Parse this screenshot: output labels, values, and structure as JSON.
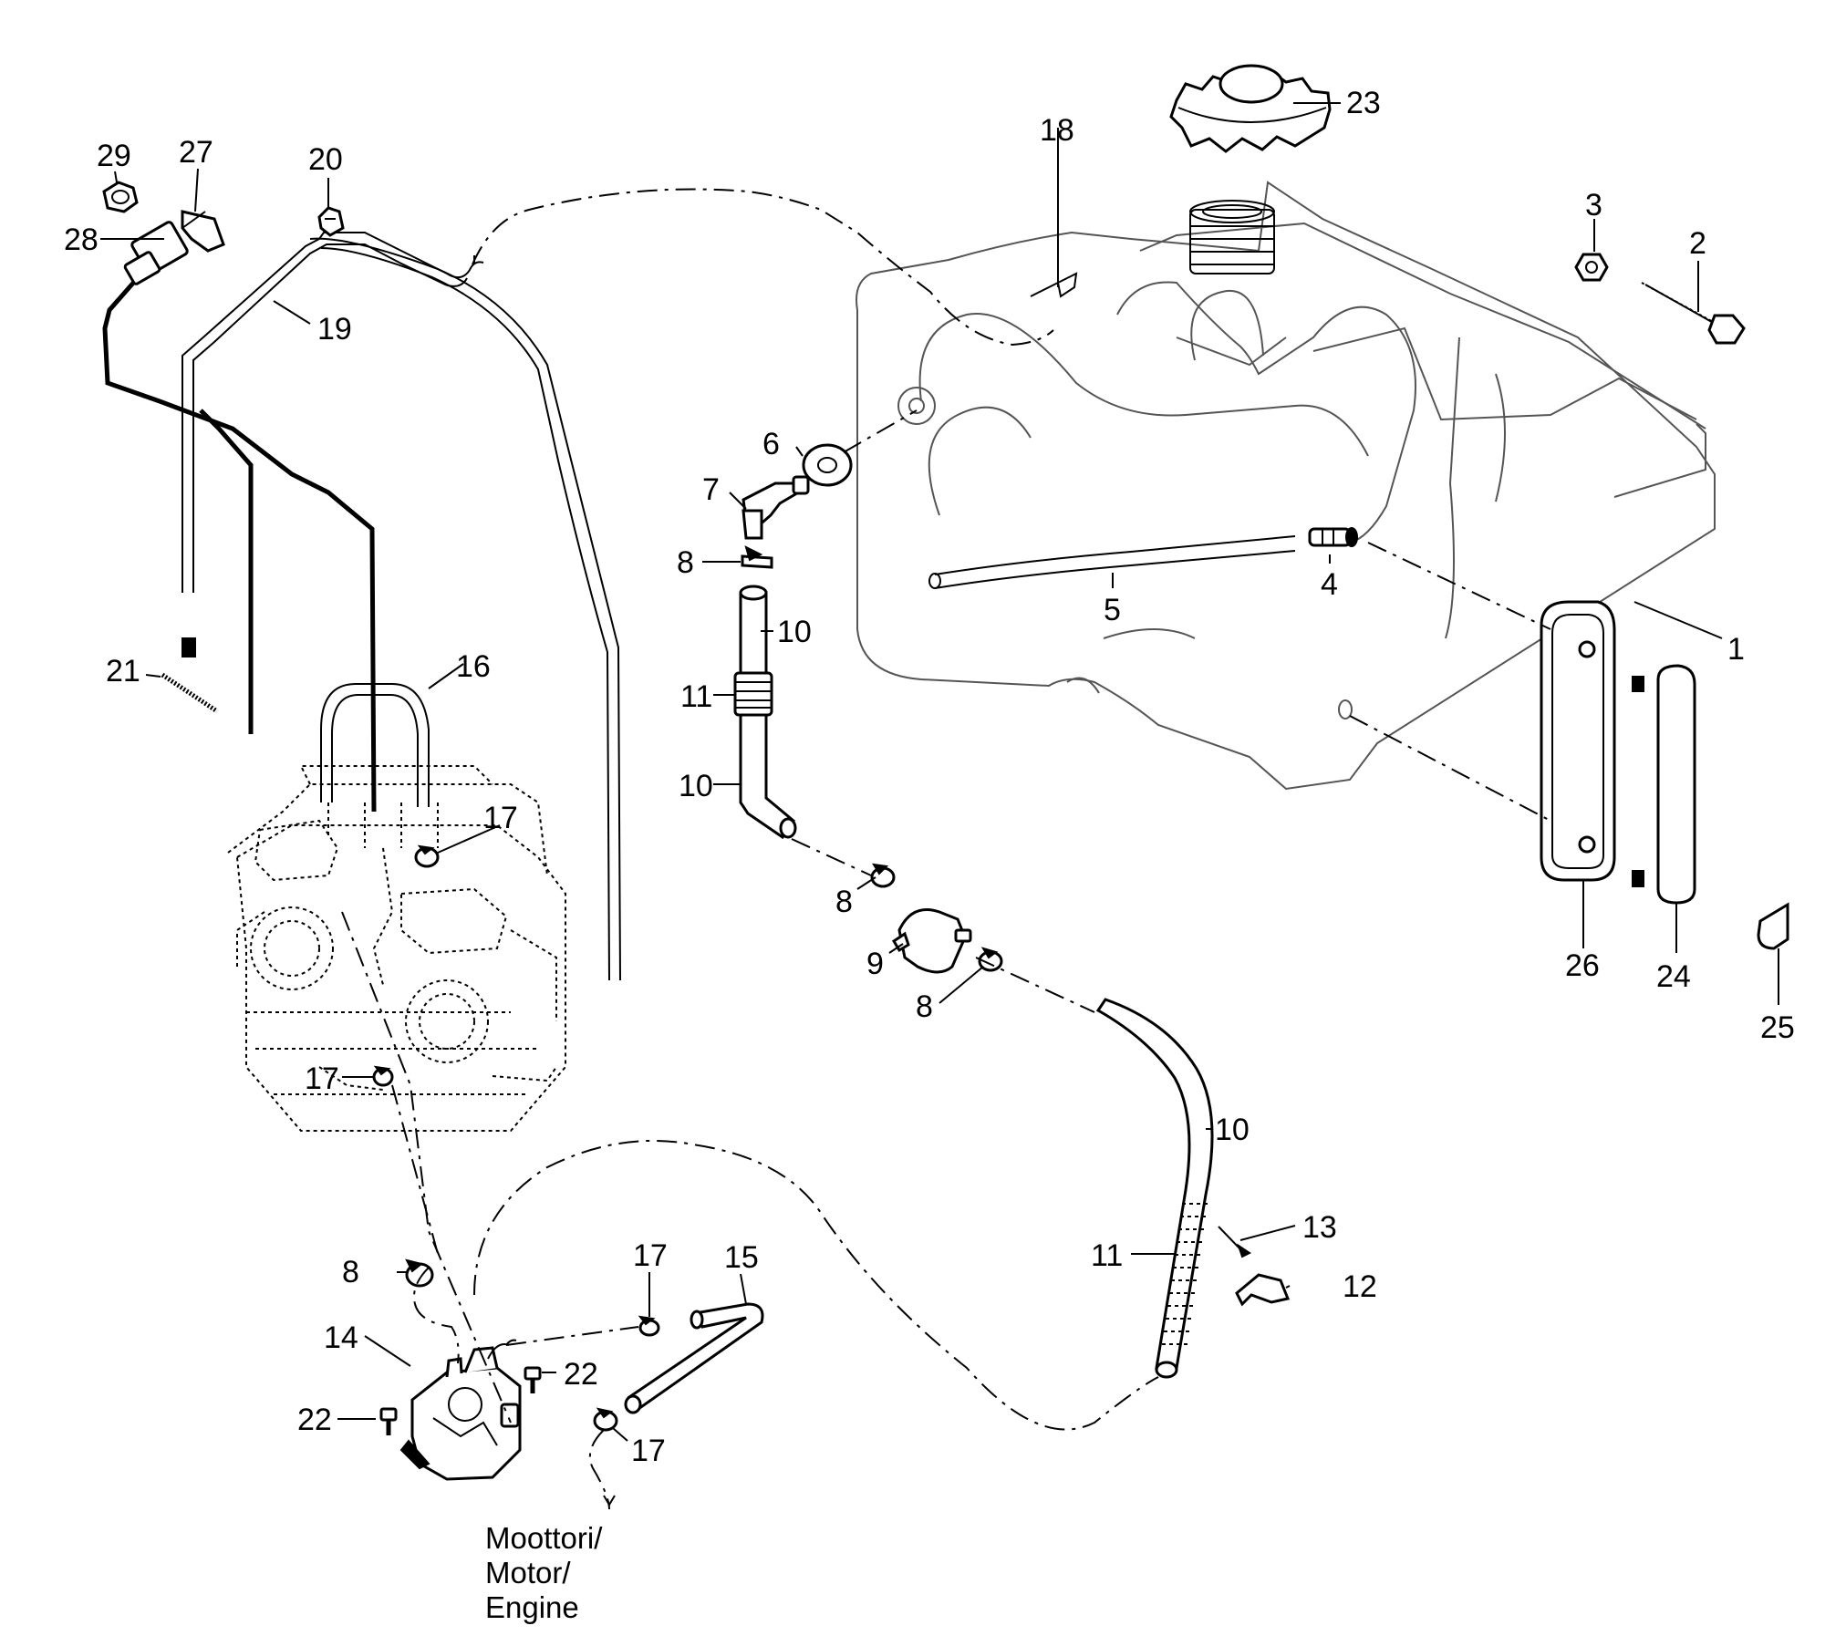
{
  "diagram": {
    "callouts": [
      {
        "id": "c1",
        "text": "1"
      },
      {
        "id": "c2",
        "text": "2"
      },
      {
        "id": "c3",
        "text": "3"
      },
      {
        "id": "c4",
        "text": "4"
      },
      {
        "id": "c5",
        "text": "5"
      },
      {
        "id": "c6",
        "text": "6"
      },
      {
        "id": "c7",
        "text": "7"
      },
      {
        "id": "c8a",
        "text": "8"
      },
      {
        "id": "c8b",
        "text": "8"
      },
      {
        "id": "c8c",
        "text": "8"
      },
      {
        "id": "c8d",
        "text": "8"
      },
      {
        "id": "c9",
        "text": "9"
      },
      {
        "id": "c10a",
        "text": "10"
      },
      {
        "id": "c10b",
        "text": "10"
      },
      {
        "id": "c10c",
        "text": "10"
      },
      {
        "id": "c11a",
        "text": "11"
      },
      {
        "id": "c11b",
        "text": "11"
      },
      {
        "id": "c12",
        "text": "12"
      },
      {
        "id": "c13",
        "text": "13"
      },
      {
        "id": "c14",
        "text": "14"
      },
      {
        "id": "c15",
        "text": "15"
      },
      {
        "id": "c16",
        "text": "16"
      },
      {
        "id": "c17a",
        "text": "17"
      },
      {
        "id": "c17b",
        "text": "17"
      },
      {
        "id": "c17c",
        "text": "17"
      },
      {
        "id": "c17d",
        "text": "17"
      },
      {
        "id": "c18",
        "text": "18"
      },
      {
        "id": "c19",
        "text": "19"
      },
      {
        "id": "c20",
        "text": "20"
      },
      {
        "id": "c21",
        "text": "21"
      },
      {
        "id": "c22a",
        "text": "22"
      },
      {
        "id": "c22b",
        "text": "22"
      },
      {
        "id": "c23",
        "text": "23"
      },
      {
        "id": "c24",
        "text": "24"
      },
      {
        "id": "c25",
        "text": "25"
      },
      {
        "id": "c26",
        "text": "26"
      },
      {
        "id": "c27",
        "text": "27"
      },
      {
        "id": "c28",
        "text": "28"
      },
      {
        "id": "c29",
        "text": "29"
      }
    ],
    "engine_label": {
      "line1": "Moottori/",
      "line2": "Motor/",
      "line3": "Engine"
    }
  }
}
